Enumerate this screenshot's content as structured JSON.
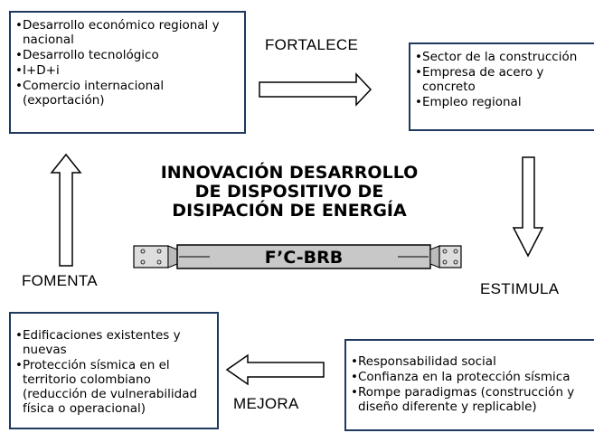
{
  "box_top_left": {
    "items": [
      "Desarrollo económico regional y nacional",
      "Desarrollo tecnológico",
      "I+D+i",
      "Comercio internacional (exportación)"
    ]
  },
  "box_top_right": {
    "items": [
      "Sector de la construcción",
      "Empresa de acero y concreto",
      "Empleo regional"
    ]
  },
  "box_bottom_left": {
    "items": [
      "Edificaciones existentes y nuevas",
      "Protección sísmica en el territorio colombiano (reducción de vulnerabilidad física o operacional)"
    ]
  },
  "box_bottom_right": {
    "items": [
      "Responsabilidad social",
      "Confianza en la protección sísmica",
      "Rompe paradigmas (construcción y diseño diferente y replicable)"
    ]
  },
  "labels": {
    "fortalece": "FORTALECE",
    "estimula": "ESTIMULA",
    "mejora": "MEJORA",
    "fomenta": "FOMENTA"
  },
  "title": {
    "line1": "INNOVACIÓN DESARROLLO",
    "line2": "DE DISPOSITIVO DE",
    "line3": "DISIPACIÓN DE ENERGÍA"
  },
  "device": {
    "label": "F’C-BRB"
  },
  "colors": {
    "box_border": "#1f3a5f",
    "device_fill": "#c8c8c8"
  }
}
